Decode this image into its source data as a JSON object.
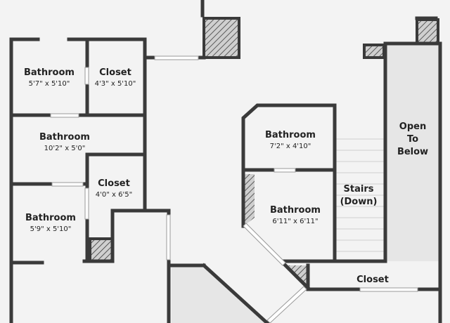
{
  "colors": {
    "wall": "#3a3a3a",
    "floor": "#f3f3f3",
    "open_to_below": "#e6e6e6",
    "window": "#ffffff",
    "hatch": "#3a3a3a"
  },
  "rooms": {
    "bathroom_1": {
      "label": "Bathroom",
      "dims": "5'7\" x 5'10\""
    },
    "closet_1": {
      "label": "Closet",
      "dims": "4'3\" x 5'10\""
    },
    "bathroom_2": {
      "label": "Bathroom",
      "dims": "10'2\" x 5'0\""
    },
    "closet_2": {
      "label": "Closet",
      "dims": "4'0\" x 6'5\""
    },
    "bathroom_3": {
      "label": "Bathroom",
      "dims": "5'9\" x 5'10\""
    },
    "bathroom_4": {
      "label": "Bathroom",
      "dims": "7'2\" x 4'10\""
    },
    "bathroom_5": {
      "label": "Bathroom",
      "dims": "6'11\" x 6'11\""
    },
    "stairs": {
      "line1": "Stairs",
      "line2": "(Down)"
    },
    "open_to_below": {
      "line1": "Open",
      "line2": "To",
      "line3": "Below"
    },
    "closet_3": {
      "label": "Closet"
    }
  }
}
